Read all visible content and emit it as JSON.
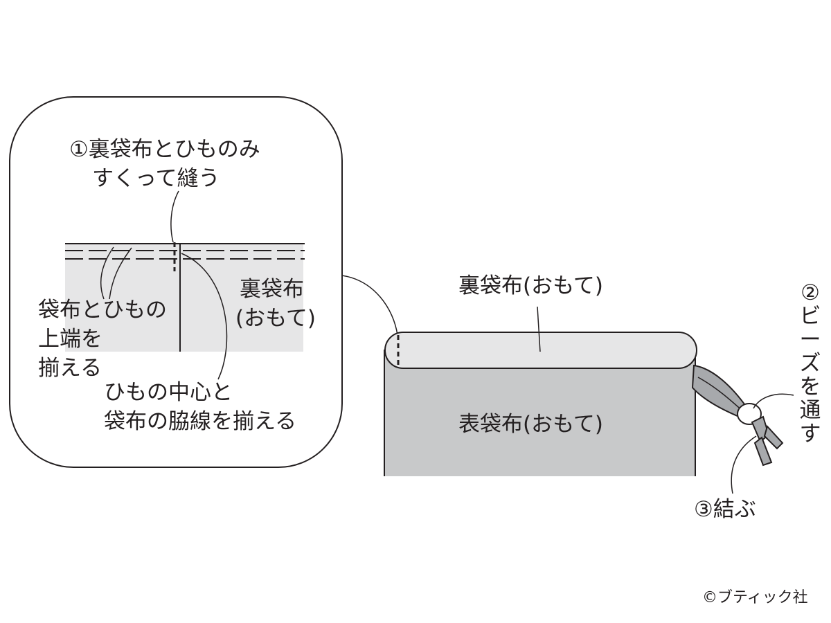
{
  "labels": {
    "step1_line1": "①裏袋布とひものみ",
    "step1_line2": "すくって縫う",
    "align_edges_l1": "袋布とひもの",
    "align_edges_l2": "上端を",
    "align_edges_l3": "揃える",
    "lining_inset_l1": "裏袋布",
    "lining_inset_l2": "(おもて)",
    "align_center_l1": "ひもの中心と",
    "align_center_l2": "袋布の脇線を揃える",
    "lining_main": "裏袋布(おもて)",
    "outer_main": "表袋布(おもて)",
    "step2_num": "②",
    "step2_chars": [
      "ビ",
      "ー",
      "ズ",
      "を",
      "通",
      "す"
    ],
    "step3": "③結ぶ"
  },
  "copyright": "©ブティック社",
  "colors": {
    "line": "#231f20",
    "light_fill": "#e6e6e7",
    "mid_fill": "#c8c9ca"
  }
}
